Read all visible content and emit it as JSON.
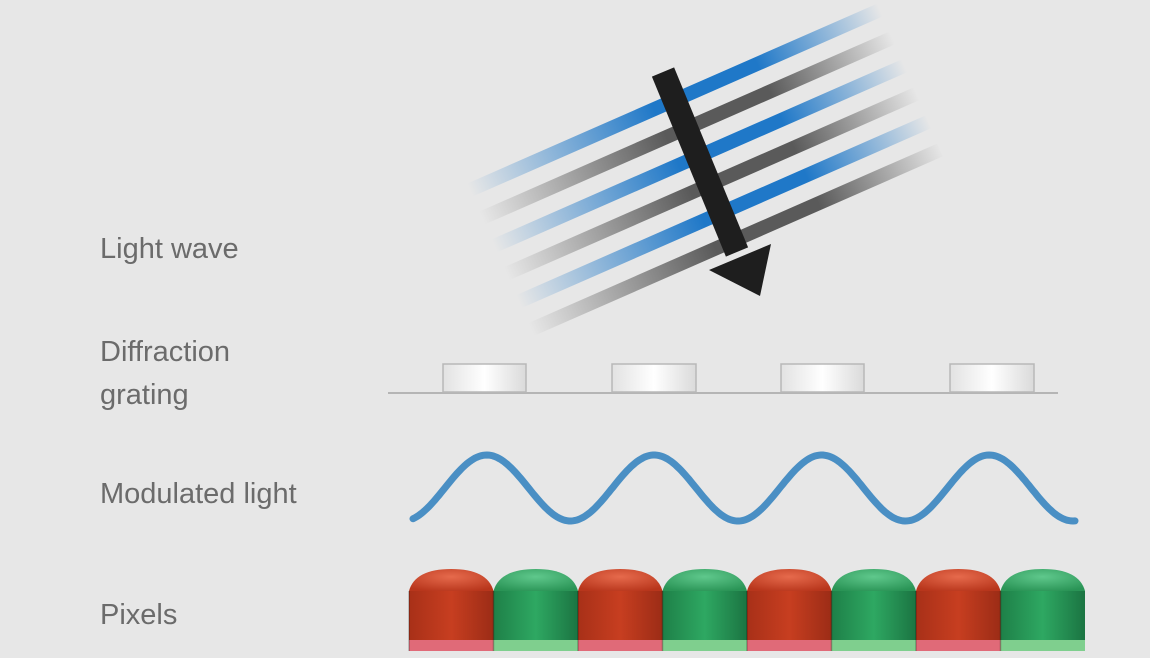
{
  "labels": {
    "light_wave": "Light wave",
    "diffraction_grating": "Diffraction\ngrating",
    "modulated_light": "Modulated light",
    "pixels": "Pixels"
  },
  "colors": {
    "background": "#e7e7e7",
    "label_text": "#6b6b6b",
    "wave_blue": "#1f78c8",
    "wave_gray": "#5a5a5a",
    "arrow": "#1e1e1e",
    "grating_line": "#b5b5b5",
    "modulated_curve": "#4a8fc4",
    "pixel_red": "#c0391f",
    "pixel_green": "#2a9a5a"
  },
  "pixels": {
    "pattern": [
      "red",
      "green",
      "red",
      "green",
      "red",
      "green",
      "red",
      "green"
    ]
  },
  "grating": {
    "slit_count": 4
  }
}
